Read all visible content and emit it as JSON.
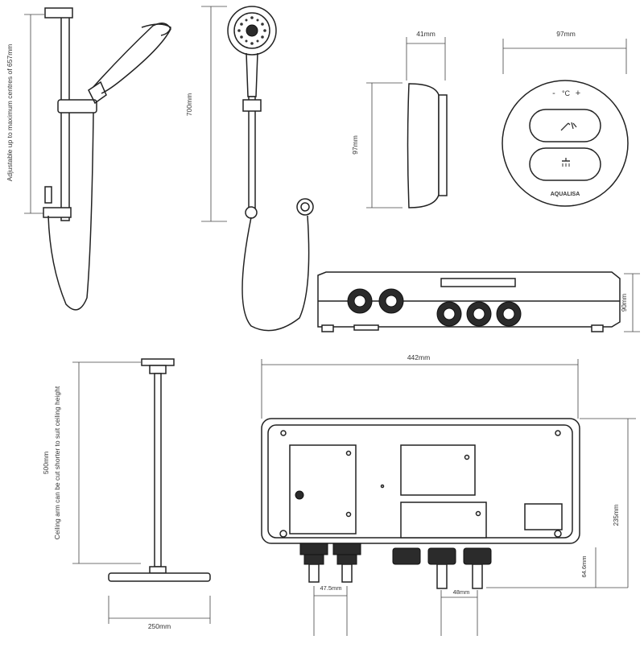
{
  "labels": {
    "riser_adjust": "Adjustable up to maximum centres of 657mm",
    "height_700": "700mm",
    "width_41": "41mm",
    "width_97": "97mm",
    "height_97": "97mm",
    "ctrl_minus": "-",
    "ctrl_temp": "°C",
    "ctrl_plus": "+",
    "brand": "AQUALISA",
    "depth_90": "90mm",
    "width_442": "442mm",
    "height_500": "500mm",
    "ceiling_note": "Ceiling arm can be cut shorter to suit ceiling height",
    "height_235": "235mm",
    "height_646": "64.6mm",
    "spacing_475": "47.5mm",
    "spacing_48": "48mm",
    "width_250": "250mm"
  },
  "colors": {
    "line": "#222222",
    "dim_line": "#444444",
    "fitting": "#2b2b2b"
  },
  "icons": [
    "shower-spray-icon",
    "shower-head-icon"
  ]
}
